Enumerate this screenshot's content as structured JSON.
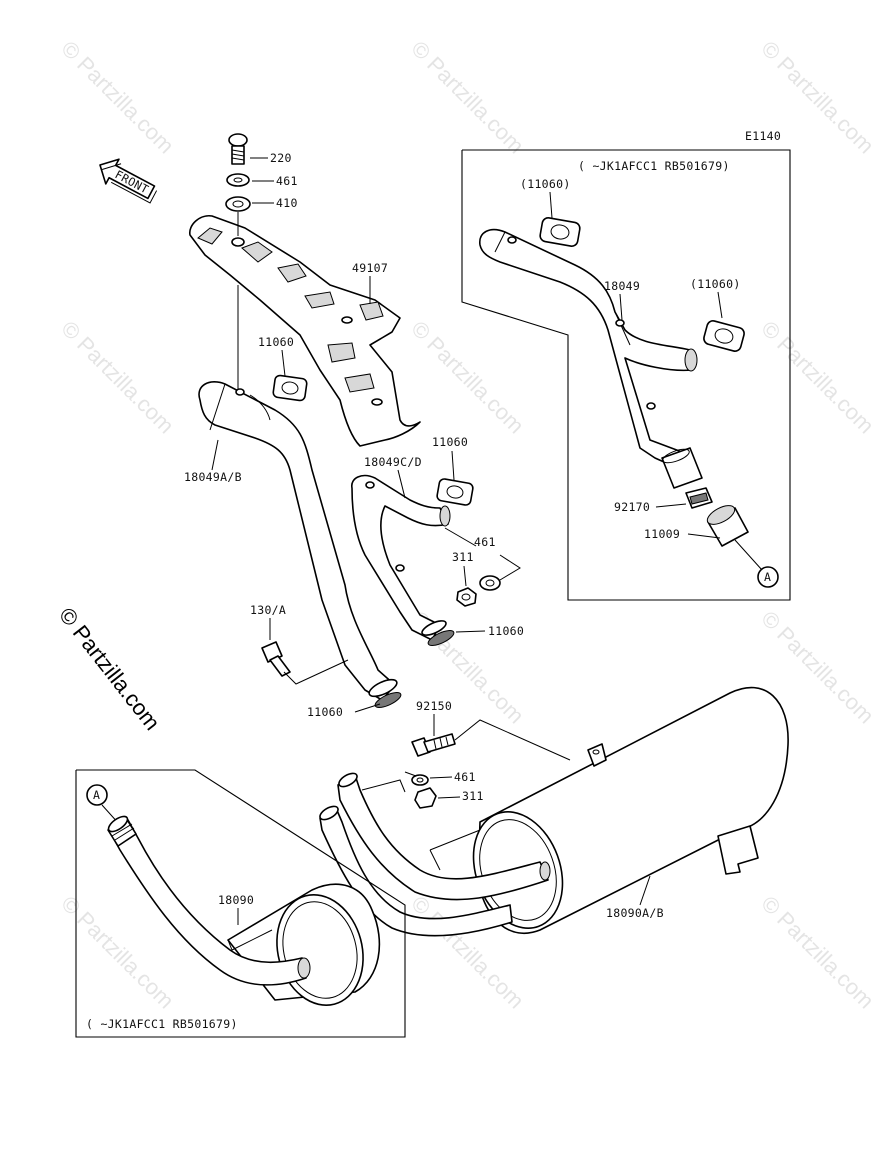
{
  "diagram_code": "E1140",
  "front_arrow_label": "FRONT",
  "watermark": "© Partzilla.com",
  "side_watermark": "© Partzilla.com",
  "circle_ref": "A",
  "inset_top": {
    "condition": "(     ~JK1AFCC1 RB501679)",
    "labels": {
      "gasket_left": "(11060)",
      "gasket_right": "(11060)",
      "pipe": "18049",
      "clamp": "92170",
      "gasket_seal": "11009"
    }
  },
  "inset_bottom": {
    "condition": "(     ~JK1AFCC1 RB501679)",
    "labels": {
      "muffler": "18090"
    }
  },
  "main_labels": {
    "bolt": "220",
    "washer_top": "461",
    "collar": "410",
    "cover": "49107",
    "gasket_a": "11060",
    "pipe_ab": "18049A/B",
    "gasket_b": "11060",
    "pipe_cd": "18049C/D",
    "washer_mid": "461",
    "nut_mid": "311",
    "gasket_c": "11060",
    "bolt_130": "130/A",
    "gasket_d": "11060",
    "bolt_92150": "92150",
    "washer_low": "461",
    "nut_low": "311",
    "muffler_ab": "18090A/B"
  }
}
